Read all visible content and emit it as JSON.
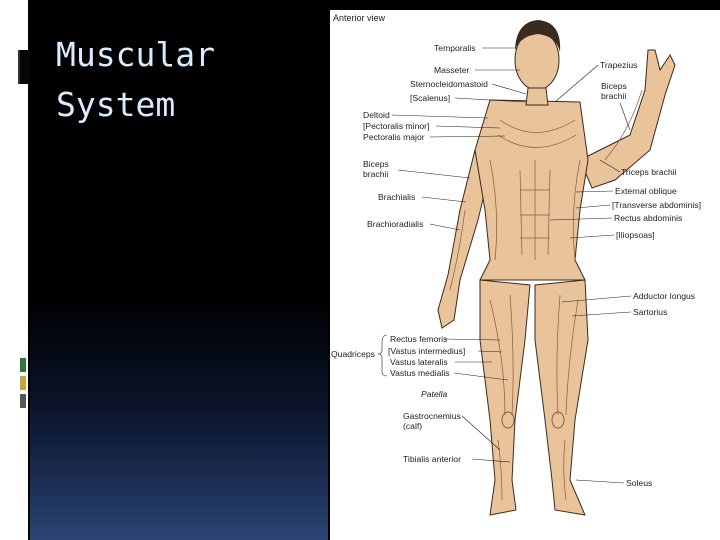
{
  "slide": {
    "title": "Muscular\nSystem"
  },
  "diagram": {
    "view_label": "Anterior view",
    "labels": {
      "temporalis": "Temporalis",
      "masseter": "Masseter",
      "sternocleidomastoid": "Sternocleidomastoid",
      "scalenus": "[Scalenus]",
      "deltoid": "Deltoid",
      "pectoralis_minor": "[Pectoralis minor]",
      "pectoralis_major": "Pectoralis major",
      "biceps_left": "Biceps\nbrachii",
      "brachialis": "Brachialis",
      "brachioradialis": "Brachioradialis",
      "trapezius": "Trapezius",
      "biceps_right": "Biceps\nbrachii",
      "triceps": "Triceps brachii",
      "external_oblique": "External oblique",
      "transverse_abdominis": "[Transverse abdominis]",
      "rectus_abdominis": "Rectus abdominis",
      "iliopsoas": "[Iliopsoas]",
      "adductor_longus": "Adductor longus",
      "sartorius": "Sartorius",
      "quadriceps": "Quadriceps",
      "rectus_femoris": "Rectus femoris",
      "vastus_intermedius": "[Vastus intermedius]",
      "vastus_lateralis": "Vastus lateralis",
      "vastus_medialis": "Vastus medialis",
      "patella": "Patella",
      "gastrocnemius": "Gastrocnemius\n(calf)",
      "tibialis_anterior": "Tibialis anterior",
      "soleus": "Soleus"
    }
  },
  "colors": {
    "slide_bg": "#000000",
    "title_text": "#d8ecff",
    "skin": "#e9c39a",
    "muscle_line": "#8a5a3a",
    "outline": "#3a2a1f",
    "side_marks": [
      "#2f7a3a",
      "#c8a43a",
      "#555555"
    ]
  }
}
